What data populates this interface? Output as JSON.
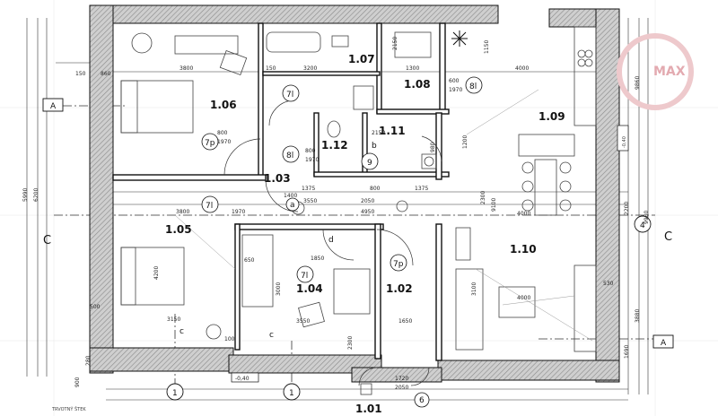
{
  "rooms": {
    "r106": "1.06",
    "r107": "1.07",
    "r108": "1.08",
    "r109": "1.09",
    "r112": "1.12",
    "r111": "1.11",
    "r103": "1.03",
    "r105": "1.05",
    "r104": "1.04",
    "r102": "1.02",
    "r110": "1.10",
    "r101": "1.01"
  },
  "door_tags": {
    "t7p_a": "7p",
    "t7l_a": "7l",
    "t8l_a": "8l",
    "t8l_b": "8l",
    "t9": "9",
    "t7l_b": "7l",
    "ta": "a",
    "t7l_c": "7l",
    "t7p_b": "7p",
    "t6": "6"
  },
  "axes": {
    "a_top": "A",
    "a_bot": "A",
    "c_left": "C",
    "c_right": "C",
    "n1_left": "1",
    "n1_mid": "1",
    "n4": "4"
  },
  "levels": {
    "lv_right": "-0,40",
    "lv_bot": "-0,40"
  },
  "letters": {
    "b": "b",
    "c1": "c",
    "c2": "c",
    "d": "d"
  },
  "dims": {
    "d3800a": "3800",
    "d3200": "3200",
    "d1300": "1300",
    "d4000a": "4000",
    "d150a": "150",
    "d150b": "150",
    "d860": "860",
    "d600": "600",
    "d1970a": "1970",
    "d800a": "800",
    "d1970b": "1970",
    "d800b": "800",
    "d1970c": "1970",
    "d2150a": "2150",
    "d1375a": "1375",
    "d1375b": "1375",
    "d800c": "800",
    "d2050": "2050",
    "d3550a": "3550",
    "d4950": "4950",
    "d3800b": "3800",
    "d1970d": "1970",
    "d4000b": "4000",
    "d1850": "1850",
    "d3150": "3150",
    "d3550b": "3550",
    "d1650": "1650",
    "d4000c": "4000",
    "d1720": "1720",
    "d2050b": "2050",
    "d1400": "1400",
    "d5990": "5990",
    "d6200": "6200",
    "d9860": "9860",
    "d9980": "9980",
    "d9100": "9100",
    "d2300": "2300",
    "d2200": "2200",
    "d3100": "3100",
    "d3000": "3000",
    "d4200": "4200",
    "d530": "530",
    "d100": "100",
    "d500": "500",
    "d280": "280",
    "d900": "900",
    "d1690": "1690",
    "d3880": "3880",
    "d2300b": "2300",
    "d2150b": "2150",
    "d1150": "1150",
    "d980": "980",
    "d1200": "1200",
    "d650": "650"
  },
  "watermark": "MAX",
  "corner_note": "TRVOTNÝ ŠTEK"
}
